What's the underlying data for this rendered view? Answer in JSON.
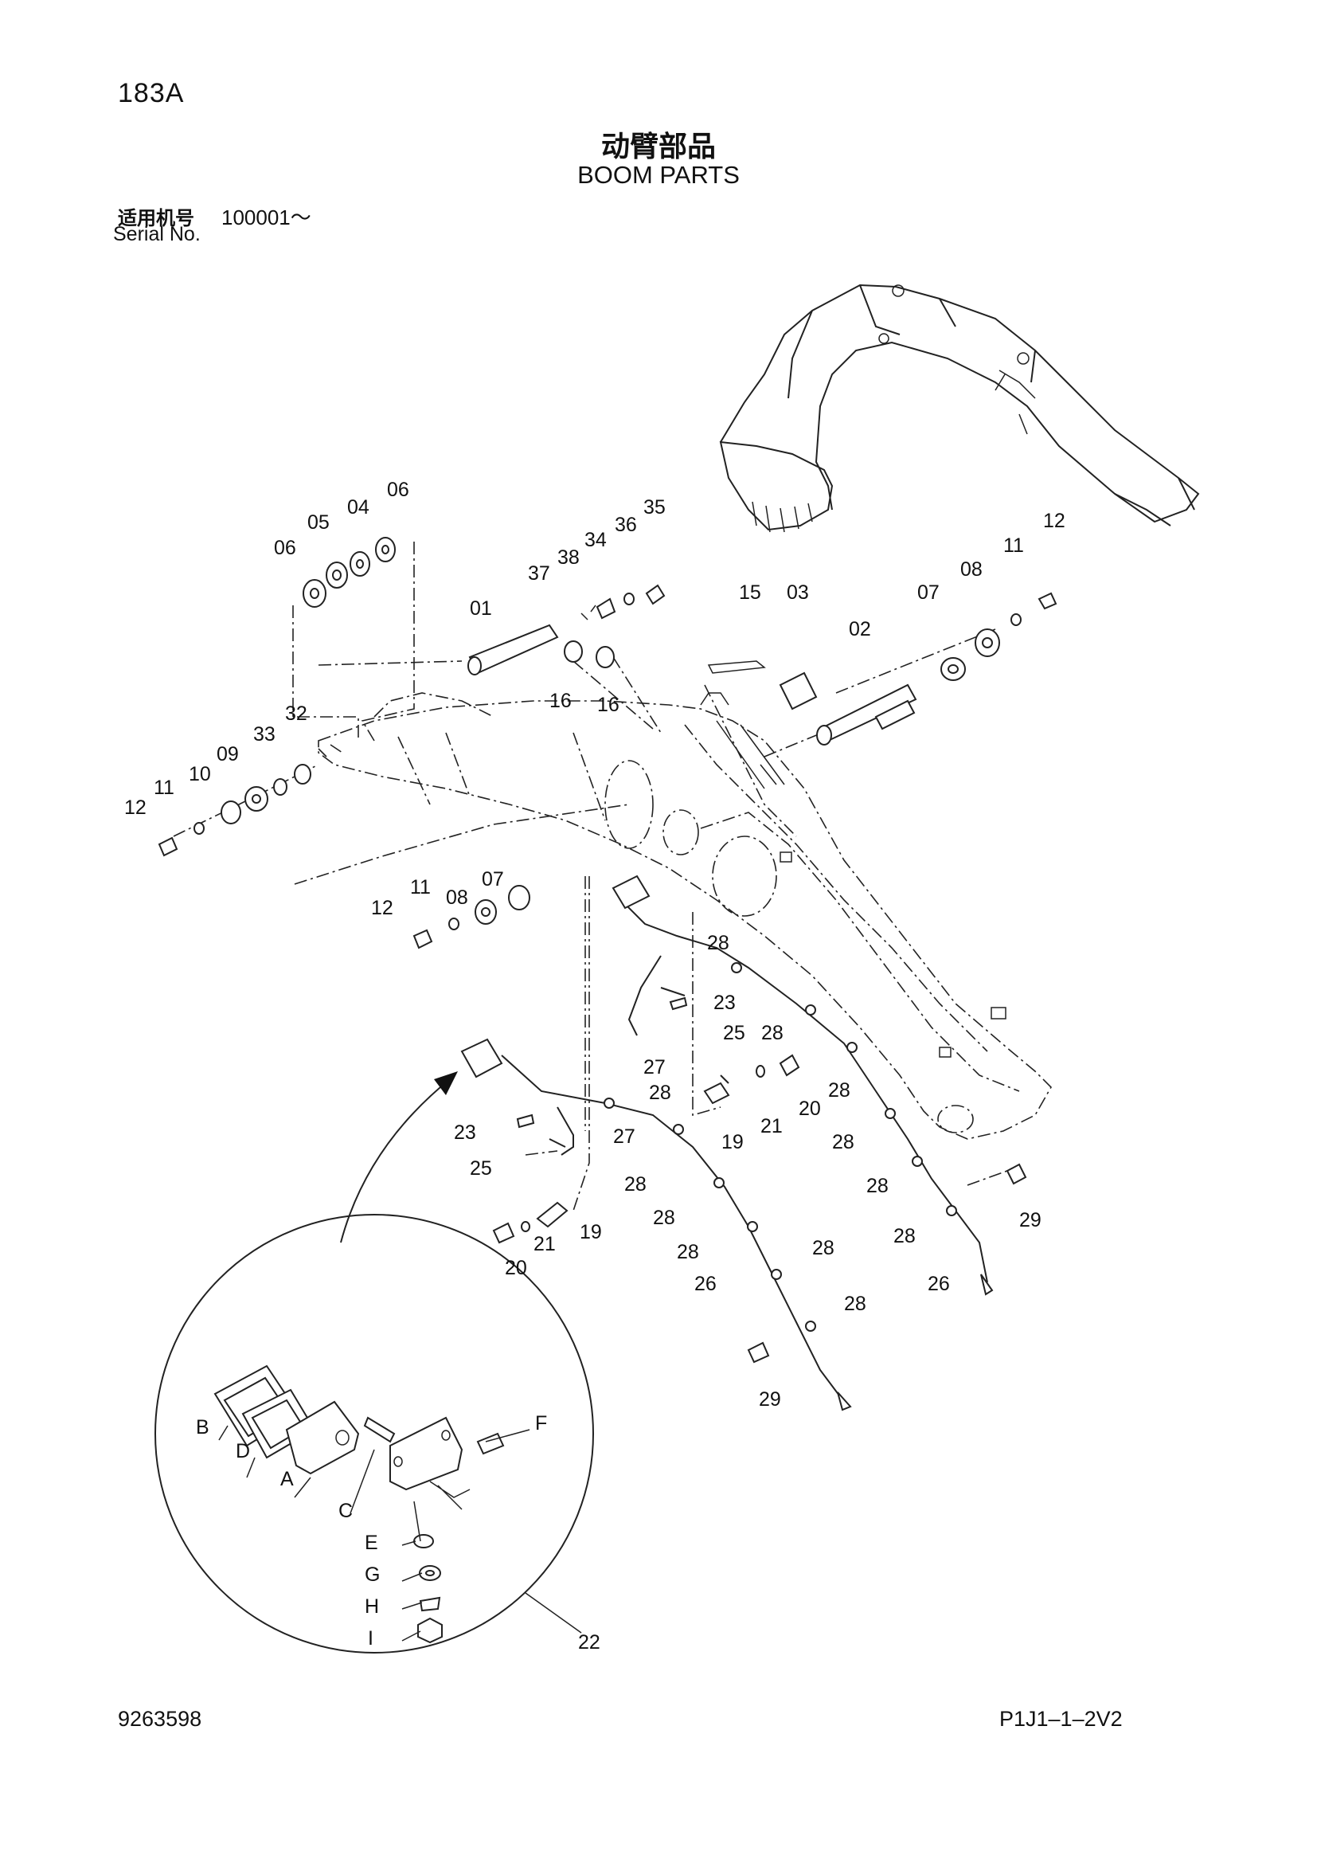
{
  "header": {
    "page_code": "183A",
    "title_cn": "动臂部品",
    "title_en": "BOOM PARTS",
    "serial_label_cn": "适用机号",
    "serial_range": "100001～",
    "serial_label_en": "Serial No."
  },
  "footer": {
    "doc_number": "9263598",
    "revision_code": "P1J1–1–2V2"
  },
  "callouts": {
    "c01": "01",
    "c02": "02",
    "c03": "03",
    "c04": "04",
    "c05": "05",
    "c06a": "06",
    "c06b": "06",
    "c07a": "07",
    "c07b": "07",
    "c08a": "08",
    "c08b": "08",
    "c09": "09",
    "c10": "10",
    "c11a": "11",
    "c11b": "11",
    "c11c": "11",
    "c12a": "12",
    "c12b": "12",
    "c12c": "12",
    "c15": "15",
    "c16a": "16",
    "c16b": "16",
    "c19a": "19",
    "c19b": "19",
    "c20a": "20",
    "c20b": "20",
    "c21a": "21",
    "c21b": "21",
    "c22": "22",
    "c23a": "23",
    "c23b": "23",
    "c25a": "25",
    "c25b": "25",
    "c26a": "26",
    "c26b": "26",
    "c27a": "27",
    "c27b": "27",
    "c28a": "28",
    "c28b": "28",
    "c28c": "28",
    "c28d": "28",
    "c28e": "28",
    "c28f": "28",
    "c28g": "28",
    "c28h": "28",
    "c28i": "28",
    "c28j": "28",
    "c28k": "28",
    "c28l": "28",
    "c29a": "29",
    "c29b": "29",
    "c32": "32",
    "c33": "33",
    "c34": "34",
    "c35": "35",
    "c36": "36",
    "c37": "37",
    "c38": "38",
    "lamp_a": "A",
    "lamp_b": "B",
    "lamp_c": "C",
    "lamp_d": "D",
    "lamp_e": "E",
    "lamp_f": "F",
    "lamp_g": "G",
    "lamp_h": "H",
    "lamp_i": "I"
  }
}
